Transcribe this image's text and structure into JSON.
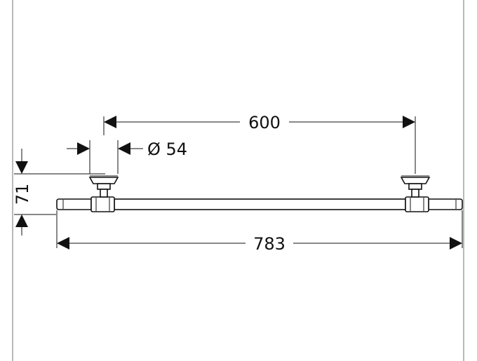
{
  "dimensions": {
    "mount_spacing": "600",
    "overall_length": "783",
    "mount_diameter": "Ø 54",
    "projection": "71"
  },
  "colors": {
    "line": "#111111",
    "frame": "#b9b9b9",
    "background": "#ffffff"
  }
}
